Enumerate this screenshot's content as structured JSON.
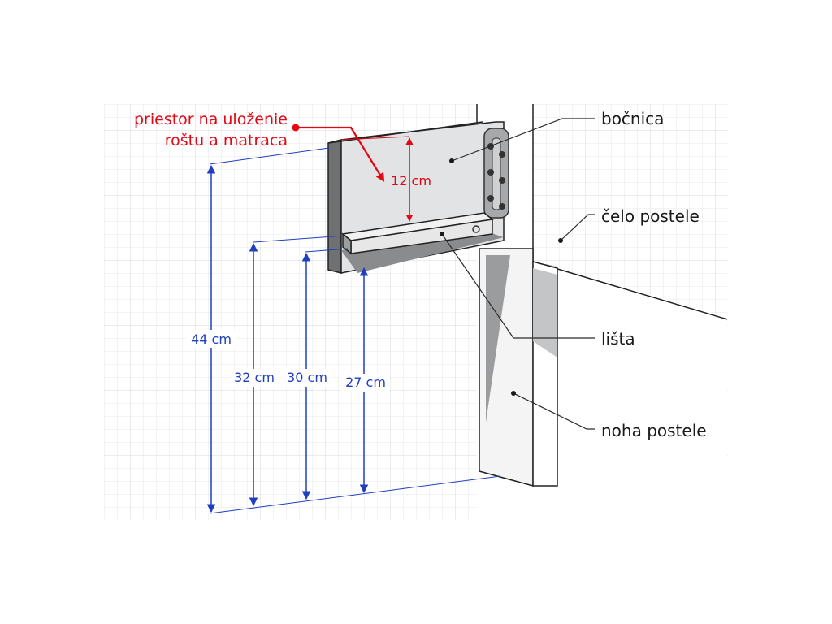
{
  "labels": {
    "space": [
      "priestor na uloženie",
      "roštu a matraca"
    ],
    "side_rail": "bočnica",
    "headboard": "čelo postele",
    "batten": "lišta",
    "leg": "noha postele"
  },
  "dimensions": {
    "total": "44 cm",
    "batten_top": "32 cm",
    "batten_mid": "30 cm",
    "batten_bottom": "27 cm",
    "space": "12 cm"
  },
  "colors": {
    "grid": "#dfe3ea",
    "panel": "#e2e3e4",
    "panel_shadow": "#7e7f81",
    "dimension": "#1f3fbf",
    "accent": "#e30613",
    "leader": "#2a2a2a"
  }
}
